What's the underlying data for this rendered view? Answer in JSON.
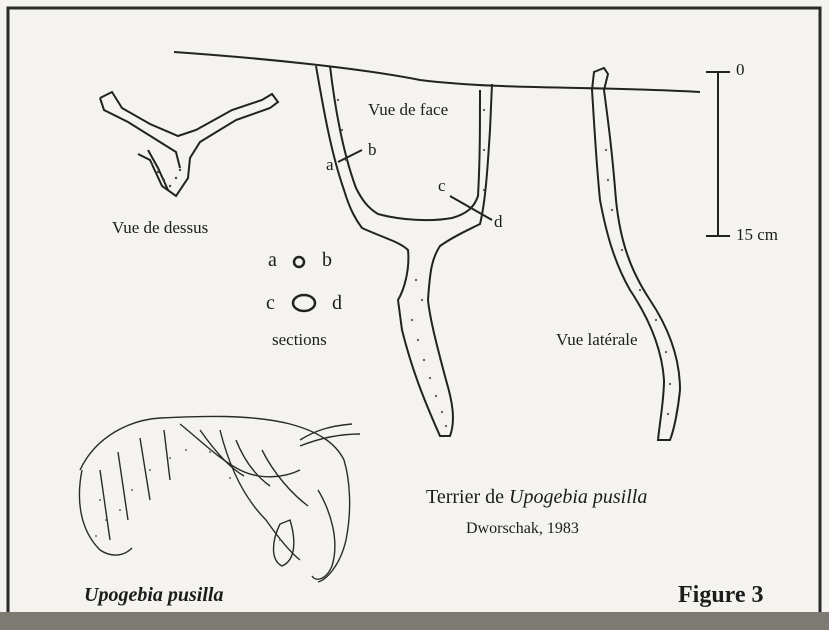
{
  "labels": {
    "vue_de_dessus": "Vue de dessus",
    "vue_de_face": "Vue de face",
    "vue_laterale": "Vue latérale",
    "sections": "sections",
    "scale_top": "0",
    "scale_bottom": "15 cm",
    "a1": "a",
    "b1": "b",
    "a2": "a",
    "b2": "b",
    "c1": "c",
    "d1": "d",
    "c2": "c",
    "d2": "d"
  },
  "caption": {
    "terrier_prefix": "Terrier de ",
    "terrier_species": "Upogebia pusilla",
    "citation": "Dworschak, 1983"
  },
  "species_label": "Upogebia pusilla",
  "figure_label": "Figure 3"
}
